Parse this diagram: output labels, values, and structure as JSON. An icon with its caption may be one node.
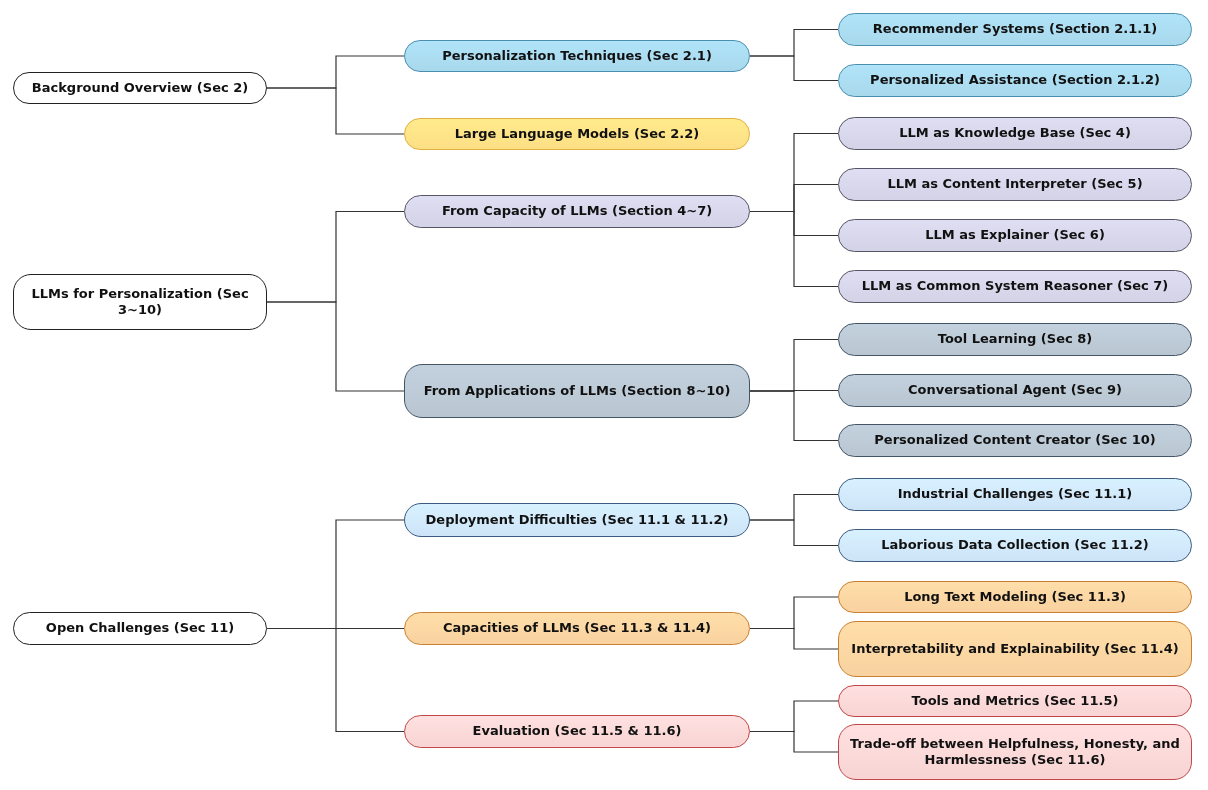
{
  "diagram": {
    "nodes": [
      {
        "text": [
          "Background Overview (Sec 2)"
        ]
      },
      {
        "text": [
          "Personalization Techniques (Sec 2.1)"
        ]
      },
      {
        "text": [
          "Recommender Systems (Section 2.1.1)"
        ]
      },
      {
        "text": [
          "Personalized Assistance (Section 2.1.2)"
        ]
      },
      {
        "text": [
          "Large Language Models (Sec 2.2)"
        ]
      },
      {
        "text": [
          "LLMs for Personalization (Sec 3~10)"
        ]
      },
      {
        "text": [
          "From Capacity of LLMs (Section 4~7)"
        ]
      },
      {
        "text": [
          "LLM as Knowledge Base (Sec 4)"
        ]
      },
      {
        "text": [
          "LLM as Content Interpreter (Sec 5)"
        ]
      },
      {
        "text": [
          "LLM as Explainer (Sec 6)"
        ]
      },
      {
        "text": [
          "LLM as Common System Reasoner (Sec 7)"
        ]
      },
      {
        "text": [
          "From Applications of LLMs (Section 8~10)"
        ]
      },
      {
        "text": [
          "Tool Learning (Sec 8)"
        ]
      },
      {
        "text": [
          "Conversational Agent (Sec 9)"
        ]
      },
      {
        "text": [
          "Personalized Content Creator (Sec 10)"
        ]
      },
      {
        "text": [
          "Open Challenges (Sec 11)"
        ]
      },
      {
        "text": [
          "Deployment Difficulties (Sec 11.1 & 11.2)"
        ]
      },
      {
        "text": [
          "Industrial Challenges (Sec 11.1)"
        ]
      },
      {
        "text": [
          "Laborious Data Collection (Sec 11.2)"
        ]
      },
      {
        "text": [
          "Capacities of LLMs (Sec 11.3 & 11.4)"
        ]
      },
      {
        "text": [
          "Long Text Modeling (Sec 11.3)"
        ]
      },
      {
        "text": [
          "Interpretability and Explainability (Sec 11.4)"
        ]
      },
      {
        "text": [
          "Evaluation (Sec 11.5 & 11.6)"
        ]
      },
      {
        "text": [
          "Tools and Metrics (Sec 11.5)"
        ]
      },
      {
        "text": [
          "Trade-off between Helpfulness, Honesty, and Harmlessness (Sec 11.6)"
        ]
      }
    ],
    "edges": [
      {
        "from": 0,
        "to": 1,
        "arrow": "none"
      },
      {
        "from": 0,
        "to": 4,
        "arrow": "none"
      },
      {
        "from": 1,
        "to": 2,
        "arrow": "none"
      },
      {
        "from": 1,
        "to": 3,
        "arrow": "none"
      },
      {
        "from": 5,
        "to": 6,
        "arrow": "none"
      },
      {
        "from": 5,
        "to": 11,
        "arrow": "none"
      },
      {
        "from": 6,
        "to": 7,
        "arrow": "none"
      },
      {
        "from": 6,
        "to": 8,
        "arrow": "none"
      },
      {
        "from": 6,
        "to": 9,
        "arrow": "none"
      },
      {
        "from": 6,
        "to": 10,
        "arrow": "none"
      },
      {
        "from": 11,
        "to": 12,
        "arrow": "none"
      },
      {
        "from": 11,
        "to": 13,
        "arrow": "none"
      },
      {
        "from": 11,
        "to": 14,
        "arrow": "none"
      },
      {
        "from": 15,
        "to": 16,
        "arrow": "none"
      },
      {
        "from": 15,
        "to": 19,
        "arrow": "none"
      },
      {
        "from": 15,
        "to": 22,
        "arrow": "none"
      },
      {
        "from": 16,
        "to": 17,
        "arrow": "none"
      },
      {
        "from": 16,
        "to": 18,
        "arrow": "none"
      },
      {
        "from": 19,
        "to": 20,
        "arrow": "none"
      },
      {
        "from": 19,
        "to": 21,
        "arrow": "none"
      },
      {
        "from": 22,
        "to": 23,
        "arrow": "none"
      },
      {
        "from": 22,
        "to": 24,
        "arrow": "none"
      }
    ]
  }
}
